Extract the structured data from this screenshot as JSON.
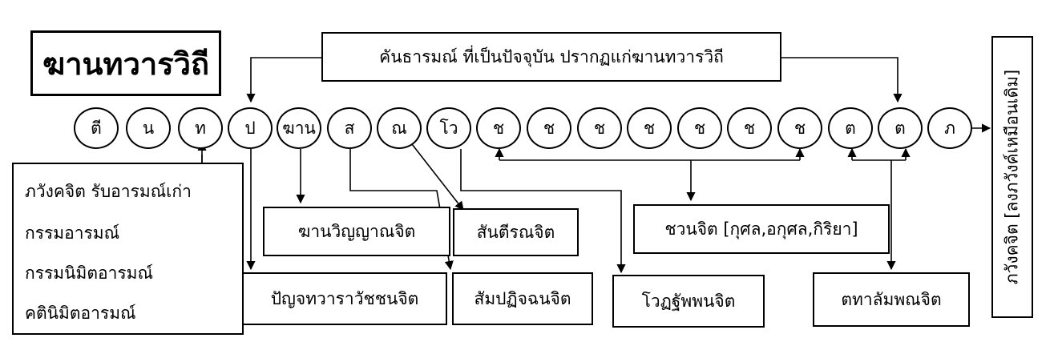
{
  "title": "ฆานทวารวิถี",
  "top_label": "คันธารมณ์ ที่เป็นปัจจุบัน ปรากฏแก่ฆานทวารวิถี",
  "circles": [
    "ตี",
    "น",
    "ท",
    "ป",
    "ฆาน",
    "ส",
    "ณ",
    "โว",
    "ช",
    "ช",
    "ช",
    "ช",
    "ช",
    "ช",
    "ช",
    "ต",
    "ต",
    "ภ"
  ],
  "left_box": {
    "lines": [
      "ภวังคจิต รับอารมณ์เก่า",
      "กรรมอารมณ์",
      "กรรมนิมิตอารมณ์",
      "คตินิมิตอารมณ์"
    ]
  },
  "labels": {
    "ghana_vinnana": "ฆานวิญญาณจิต",
    "santirana": "สันตีรณจิต",
    "javana": "ชวนจิต [กุศล,อกุศล,กิริยา]",
    "panca_dvara": "ปัญจทวาราวัชชนจิต",
    "sampaticchana": "สัมปฏิจฉนจิต",
    "votthappana": "โวฏฐัพพนจิต",
    "tadalambana": "ตทาลัมพณจิต"
  },
  "vertical_label": "ภวังคจิต [ลงภวังค์เหมือนเดิม]"
}
